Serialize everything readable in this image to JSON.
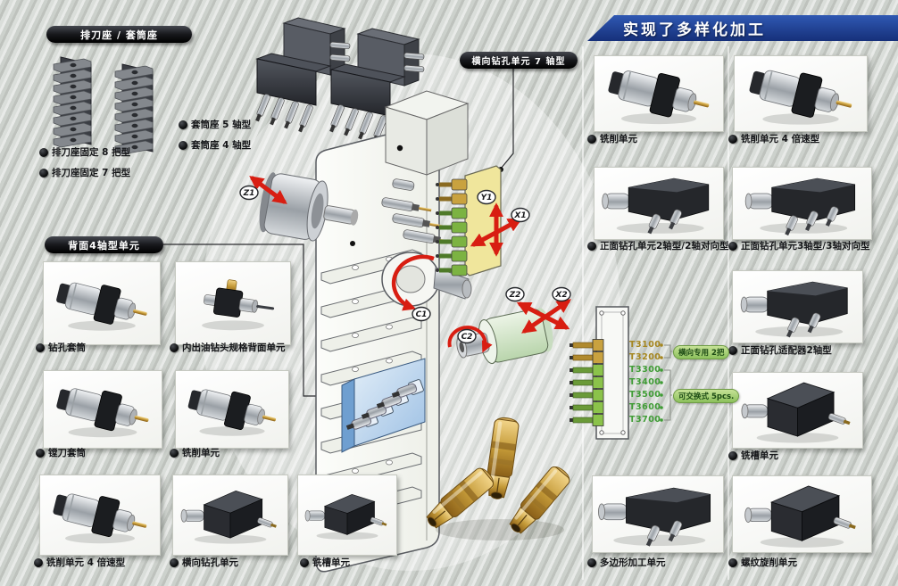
{
  "banner": {
    "title": "实现了多样化加工"
  },
  "sections": {
    "tool_post": {
      "pill": "排刀座 / 套筒座",
      "bullets": [
        "套筒座 5 轴型",
        "套筒座 4 轴型",
        "排刀座固定 8 把型",
        "排刀座固定 7 把型"
      ]
    },
    "cross_drill_pill": "横向钻孔单元 7 轴型",
    "back_units": {
      "pill": "背面4轴型单元",
      "labels": [
        "钻孔套筒",
        "内出油钻头规格背面单元",
        "镗刀套筒",
        "铣削单元",
        "铣削单元 4 倍速型",
        "横向钻孔单元",
        "铣槽单元"
      ]
    },
    "right_units": {
      "labels": [
        "铣削单元",
        "铣削单元 4 倍速型",
        "正面钻孔单元2轴型/2轴对向型",
        "正面钻孔单元3轴型/3轴对向型",
        "正面钻孔适配器2轴型",
        "铣槽单元",
        "多边形加工单元",
        "螺纹旋削单元"
      ]
    }
  },
  "diagram": {
    "axes": {
      "z1": "Z1",
      "y1": "Y1",
      "x1": "X1",
      "c1": "C1",
      "c2": "C2",
      "z2": "Z2",
      "x2": "X2"
    },
    "tool_positions": {
      "codes": [
        "T3100",
        "T3200",
        "T3300",
        "T3400",
        "T3500",
        "T3600",
        "T3700"
      ],
      "dedicated_tag": "横向专用 2把",
      "exchangeable_tag": "可交换式 5pcs."
    }
  },
  "colors": {
    "banner_blue": "#1e3a86",
    "arrow_red": "#d81e12",
    "tool_green": "#7cb342",
    "tool_gold": "#c9a23f",
    "plate_yellow": "#f0e69c",
    "block_blue": "#a9c8e8"
  }
}
